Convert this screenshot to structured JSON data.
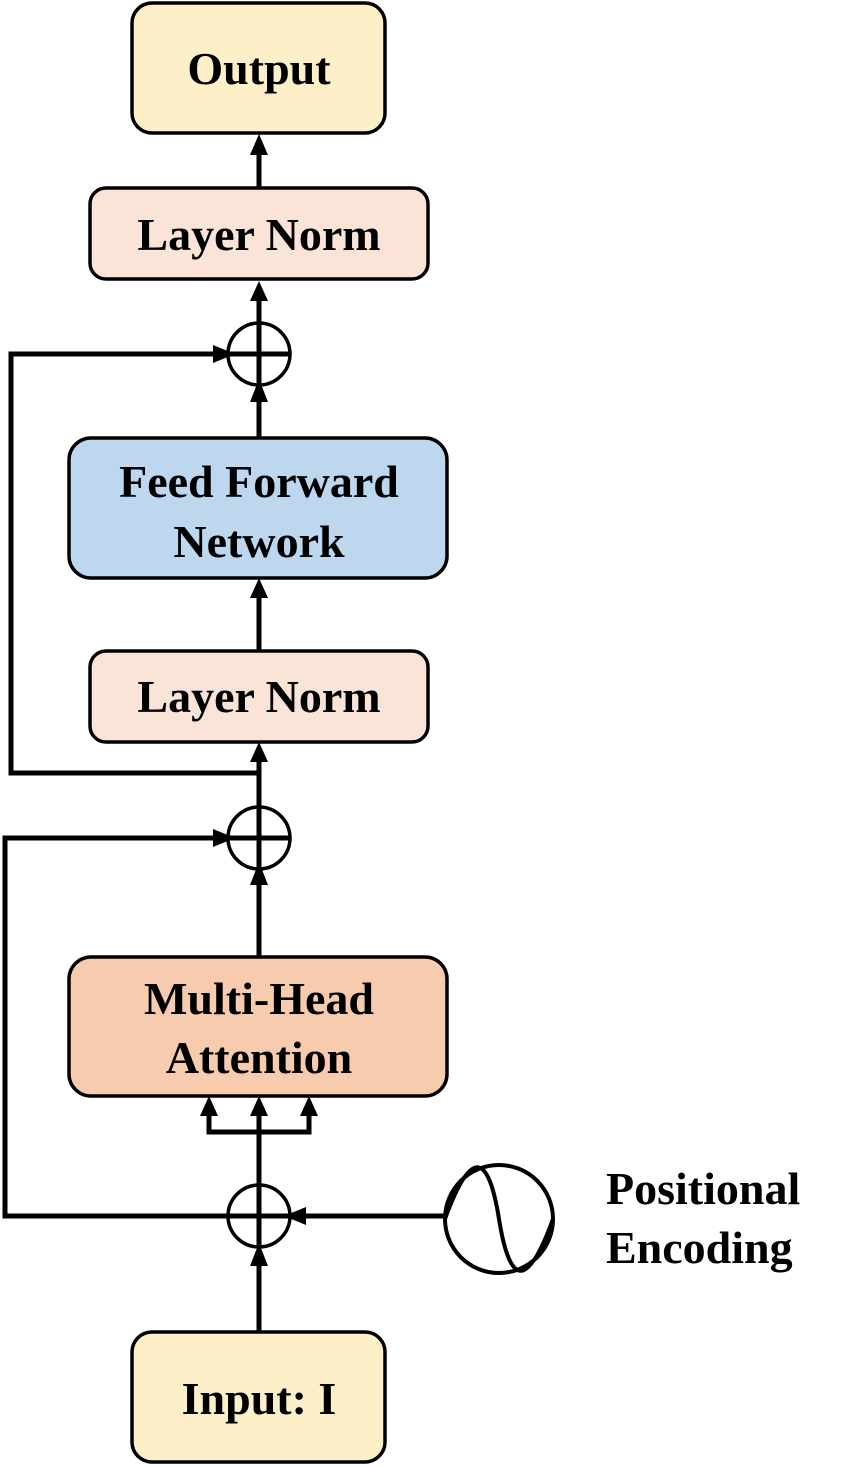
{
  "colors": {
    "io_fill": "#fdf0c8",
    "norm_fill": "#fae4d7",
    "ffn_fill": "#bdd7ee",
    "attention_fill": "#f7cbae",
    "stroke": "#000000"
  },
  "nodes": {
    "output": "Output",
    "layer_norm_top": "Layer Norm",
    "ffn_line1": "Feed Forward",
    "ffn_line2": "Network",
    "layer_norm_mid": "Layer Norm",
    "attention_line1": "Multi-Head",
    "attention_line2": "Attention",
    "input": "Input: I",
    "positional_line1": "Positional",
    "positional_line2": "Encoding"
  },
  "icons": {
    "adder": "circled-plus-icon",
    "positional_encoding": "sine-wave-icon"
  }
}
